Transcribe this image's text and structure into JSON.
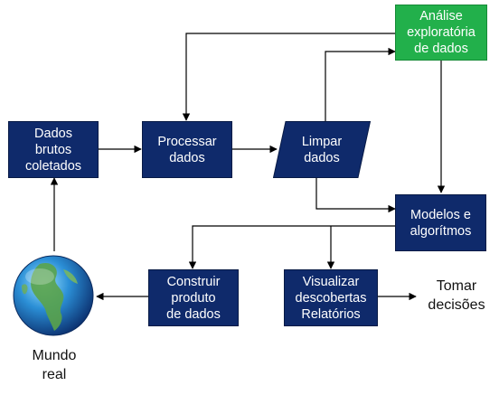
{
  "colors": {
    "box_fill": "#0f2a6b",
    "accent_green": "#22b04b",
    "arrow": "#000000",
    "text_on_box": "#ffffff"
  },
  "nodes": {
    "dados_brutos": [
      "Dados",
      "brutos",
      "coletados"
    ],
    "processar": [
      "Processar",
      "dados"
    ],
    "limpar": [
      "Limpar",
      "dados"
    ],
    "analise": [
      "Análise",
      "exploratória",
      "de dados"
    ],
    "modelos": [
      "Modelos e",
      "algorítmos"
    ],
    "construir": [
      "Construir",
      "produto",
      "de dados"
    ],
    "visualizar": [
      "Visualizar",
      "descobertas",
      "Relatórios"
    ],
    "tomar": [
      "Tomar",
      "decisões"
    ],
    "mundo": [
      "Mundo",
      "real"
    ]
  },
  "icons": {
    "globe": "globe-icon"
  }
}
